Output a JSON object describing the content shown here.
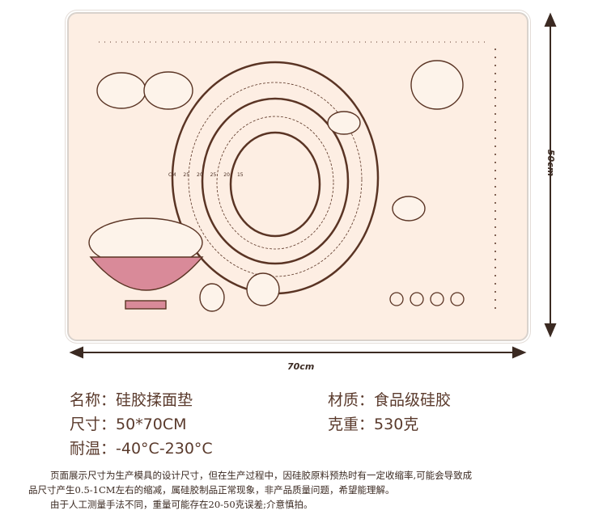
{
  "dimensions": {
    "width_label": "70cm",
    "height_label": "50cm"
  },
  "ruler": {
    "unit_label": "CM",
    "ring_labels": [
      "25",
      "20",
      "25",
      "20",
      "15"
    ]
  },
  "specs": [
    {
      "label": "名称：",
      "value": "硅胶揉面垫"
    },
    {
      "label": "尺寸：",
      "value": "50*70CM"
    },
    {
      "label": "耐温：",
      "value": "-40°C-230°C"
    },
    {
      "label": "材质：",
      "value": "食品级硅胶"
    },
    {
      "label": "克重：",
      "value": "530克"
    }
  ],
  "notes": [
    "页面展示尺寸为生产模具的设计尺寸，但在生产过程中，因硅胶原料预热时有一定收缩率,可能会导致成",
    "品尺寸产生0.5-1CM左右的缩减，属硅胶制品正常现象，非产品质量问题，希望能理解。",
    "由于人工测量手法不同，重量可能存在20-50克误差;介意慎拍。"
  ],
  "colors": {
    "mat": "#fdeee3",
    "line": "#5a3424",
    "accent": "#d98a99"
  }
}
